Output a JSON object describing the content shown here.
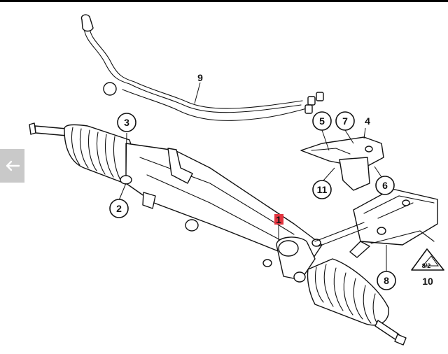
{
  "diagram": {
    "callouts": [
      {
        "id": "1",
        "label": "1",
        "highlight": true
      },
      {
        "id": "2",
        "label": "2"
      },
      {
        "id": "3",
        "label": "3"
      },
      {
        "id": "4",
        "label": "4"
      },
      {
        "id": "5",
        "label": "5"
      },
      {
        "id": "6",
        "label": "6"
      },
      {
        "id": "7",
        "label": "7"
      },
      {
        "id": "8",
        "label": "8"
      },
      {
        "id": "9",
        "label": "9"
      },
      {
        "id": "10",
        "label": "10"
      },
      {
        "id": "11",
        "label": "11"
      }
    ],
    "highlight_color": "#e3343f"
  },
  "nav": {
    "back_icon": "arrow-left-icon"
  }
}
